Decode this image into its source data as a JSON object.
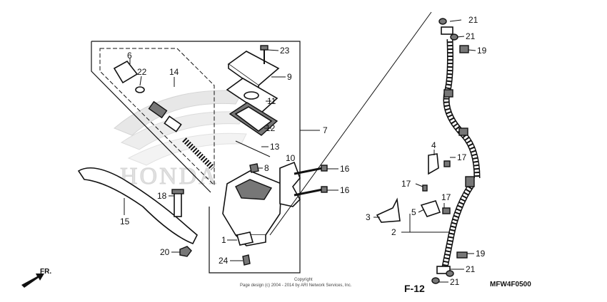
{
  "diagram": {
    "callouts": [
      {
        "id": "c21a",
        "text": "21"
      },
      {
        "id": "c21b",
        "text": "21"
      },
      {
        "id": "c19a",
        "text": "19"
      },
      {
        "id": "c23",
        "text": "23"
      },
      {
        "id": "c6",
        "text": "6"
      },
      {
        "id": "c22",
        "text": "22"
      },
      {
        "id": "c14",
        "text": "14"
      },
      {
        "id": "c9",
        "text": "9"
      },
      {
        "id": "c11",
        "text": "11"
      },
      {
        "id": "c12",
        "text": "12"
      },
      {
        "id": "c7",
        "text": "7"
      },
      {
        "id": "c13",
        "text": "13"
      },
      {
        "id": "c10",
        "text": "10"
      },
      {
        "id": "c16a",
        "text": "16"
      },
      {
        "id": "c8",
        "text": "8"
      },
      {
        "id": "c16b",
        "text": "16"
      },
      {
        "id": "c18",
        "text": "18"
      },
      {
        "id": "c15",
        "text": "15"
      },
      {
        "id": "c1",
        "text": "1"
      },
      {
        "id": "c20",
        "text": "20"
      },
      {
        "id": "c24",
        "text": "24"
      },
      {
        "id": "c4",
        "text": "4"
      },
      {
        "id": "c17a",
        "text": "17"
      },
      {
        "id": "c17b",
        "text": "17"
      },
      {
        "id": "c17c",
        "text": "17"
      },
      {
        "id": "c5",
        "text": "5"
      },
      {
        "id": "c3",
        "text": "3"
      },
      {
        "id": "c2",
        "text": "2"
      },
      {
        "id": "c19b",
        "text": "19"
      },
      {
        "id": "c21c",
        "text": "21"
      },
      {
        "id": "c21d",
        "text": "21"
      }
    ],
    "direction_label": "FR.",
    "section_ref": "F-12",
    "diagram_code": "MFW4F0500",
    "copyright_line1": "Copyright",
    "copyright_line2": "Page design (c) 2004 - 2014 by ARI Network Services, Inc.",
    "watermark_text": "HONDA"
  }
}
